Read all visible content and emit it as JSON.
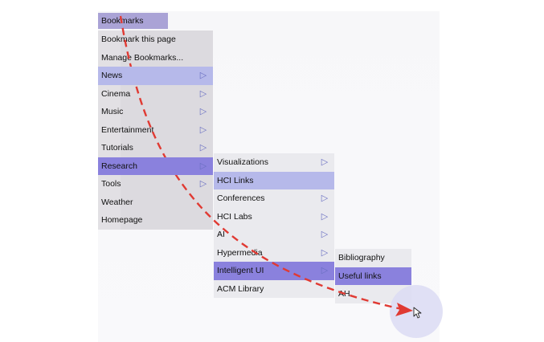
{
  "top_menu": {
    "label": "Bookmarks"
  },
  "menu_level1": [
    {
      "label": "Bookmark this page",
      "submenu": false
    },
    {
      "label": "Manage Bookmarks...",
      "submenu": false
    },
    {
      "label": "News",
      "submenu": true
    },
    {
      "label": "Cinema",
      "submenu": true
    },
    {
      "label": "Music",
      "submenu": true
    },
    {
      "label": "Entertainment",
      "submenu": true
    },
    {
      "label": "Tutorials",
      "submenu": true
    },
    {
      "label": "Research",
      "submenu": true
    },
    {
      "label": "Tools",
      "submenu": true
    },
    {
      "label": "Weather",
      "submenu": false
    },
    {
      "label": "Homepage",
      "submenu": false
    }
  ],
  "menu_level2": [
    {
      "label": "Visualizations",
      "submenu": true
    },
    {
      "label": "HCI Links",
      "submenu": false
    },
    {
      "label": "Conferences",
      "submenu": true
    },
    {
      "label": "HCI Labs",
      "submenu": true
    },
    {
      "label": "AI",
      "submenu": true
    },
    {
      "label": "Hypermedia",
      "submenu": true
    },
    {
      "label": "Intelligent UI",
      "submenu": true
    },
    {
      "label": "ACM Library",
      "submenu": false
    }
  ],
  "menu_level3": [
    {
      "label": "Bibliography",
      "submenu": false
    },
    {
      "label": "Useful links",
      "submenu": false
    },
    {
      "label": "AH",
      "submenu": false
    }
  ],
  "icons": {
    "submenu_arrow": "triangle-right-icon",
    "cursor": "mouse-pointer-icon"
  },
  "colors": {
    "highlight_light": "#b6b9ea",
    "highlight_dark": "#8a81dd",
    "path_arrow": "#e03a33"
  }
}
